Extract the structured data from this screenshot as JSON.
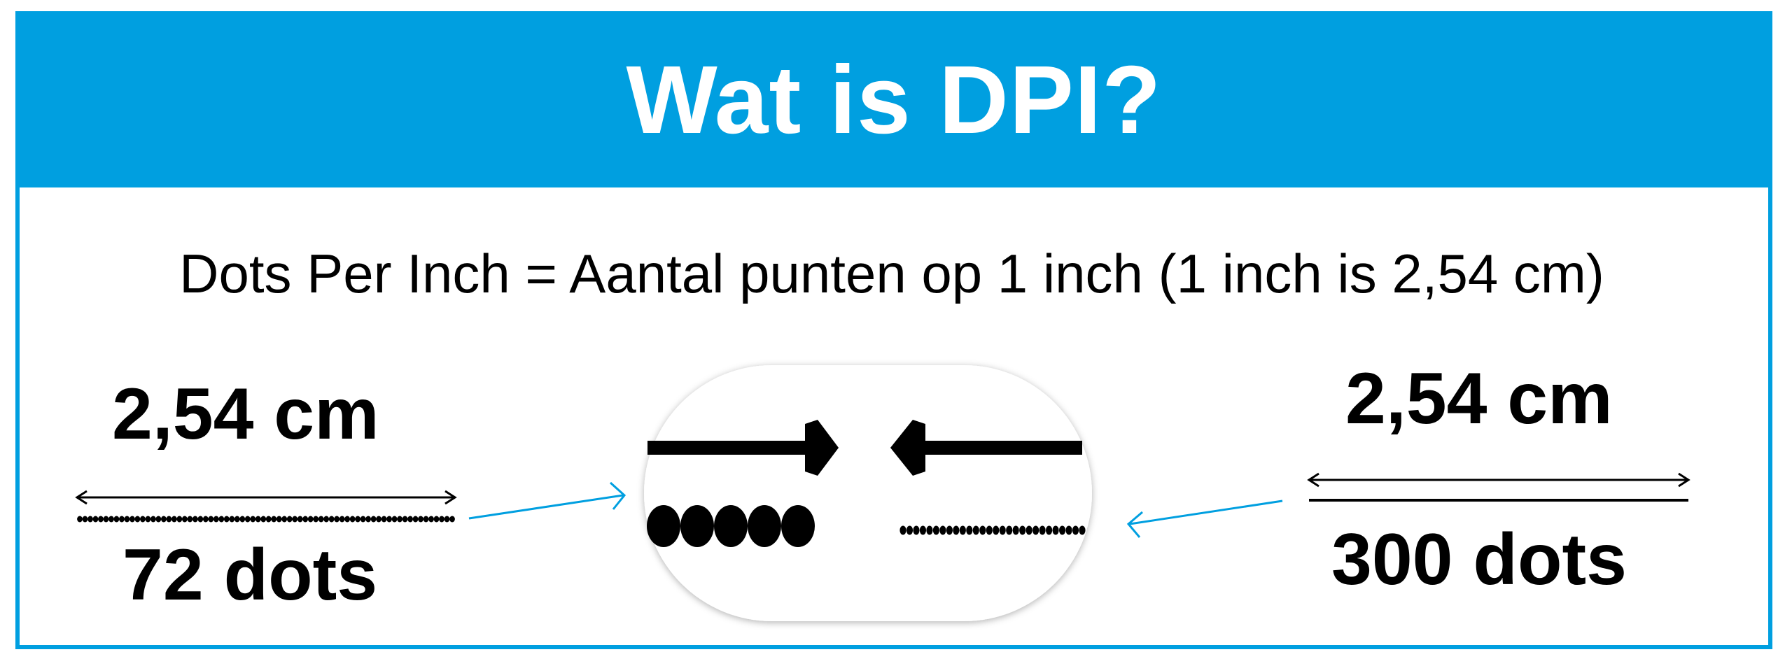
{
  "header": {
    "title": "Wat is DPI?"
  },
  "definition": "Dots Per Inch = Aantal punten op 1 inch (1 inch is 2,54 cm)",
  "left_sample": {
    "length_label": "2,54 cm",
    "dots_label": "72 dots",
    "dot_count": 72
  },
  "right_sample": {
    "length_label": "2,54 cm",
    "dots_label": "300 dots",
    "dot_count": 300
  },
  "zoom_sample": {
    "large_dot_count": 5,
    "small_dot_count": 28
  },
  "colors": {
    "accent": "#009fe0",
    "header_text": "#ffffff",
    "ink": "#000000"
  }
}
